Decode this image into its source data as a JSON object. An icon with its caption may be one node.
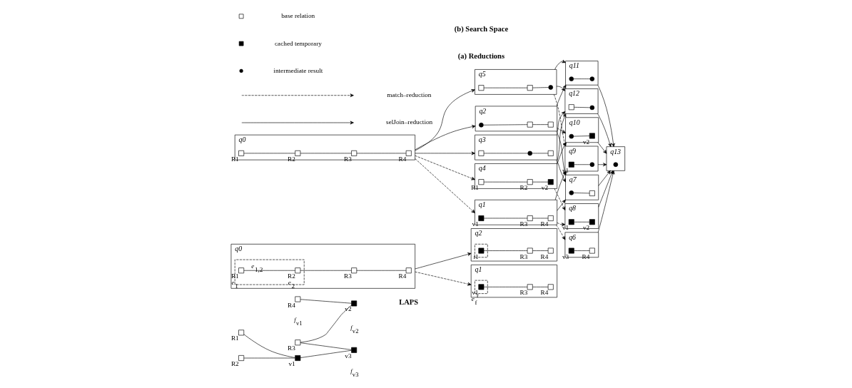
{
  "diagram": {
    "nodes": [
      {
        "text": [],
        "shape": "box",
        "beside": [
          "R1"
        ]
      },
      {
        "text": [],
        "shape": "box",
        "beside": [
          "R2"
        ]
      },
      {
        "text": [],
        "shape": "box",
        "beside": [
          "R3"
        ]
      },
      {
        "text": [],
        "shape": "box",
        "beside": [
          "R4"
        ]
      },
      {
        "text": [],
        "shape": "box",
        "beside": [
          "v1"
        ]
      },
      {
        "text": [],
        "shape": "box",
        "beside": [
          "v2"
        ]
      },
      {
        "text": [],
        "shape": "box",
        "beside": [
          "v3"
        ]
      },
      {
        "text": [
          "q0"
        ]
      },
      {
        "text": [],
        "shape": "box",
        "in": 7
      },
      {
        "text": [],
        "shape": "box",
        "in": 8,
        "beside": [
          "R1",
          "*e*$_{1}$"
        ]
      },
      {
        "text": [],
        "shape": "box",
        "in": 8,
        "beside": [
          "R2",
          "*e*$_{2}$"
        ]
      },
      {
        "text": [],
        "shape": "box",
        "in": 7,
        "beside": [
          "R3"
        ]
      },
      {
        "text": [],
        "shape": "box",
        "in": 7,
        "beside": [
          "R4"
        ]
      },
      {
        "text": [
          "q2"
        ]
      },
      {
        "text": [],
        "shape": "box",
        "in": 13
      },
      {
        "text": [],
        "shape": "box",
        "in": 14,
        "beside": [
          "i1"
        ]
      },
      {
        "text": [],
        "shape": "box",
        "in": 13,
        "beside": [
          "R3"
        ]
      },
      {
        "text": [],
        "shape": "box",
        "in": 13,
        "beside": [
          "R4"
        ]
      },
      {
        "text": [
          "q1"
        ]
      },
      {
        "text": [],
        "shape": "box",
        "in": 18
      },
      {
        "text": [],
        "shape": "box",
        "in": 19,
        "beside": [
          "v1",
          "*e*$_{f}$$^{r}$"
        ]
      },
      {
        "text": [],
        "shape": "box",
        "in": 18,
        "beside": [
          "R3"
        ]
      },
      {
        "text": [],
        "shape": "box",
        "in": 18,
        "beside": [
          "R4"
        ]
      },
      {
        "text": [
          "q0"
        ]
      },
      {
        "text": [],
        "shape": "box",
        "in": 23,
        "beside": [
          "R1"
        ]
      },
      {
        "text": [],
        "shape": "box",
        "in": 23,
        "beside": [
          "R2"
        ]
      },
      {
        "text": [],
        "shape": "box",
        "in": 23,
        "beside": [
          "R3"
        ]
      },
      {
        "text": [],
        "shape": "box",
        "in": 23,
        "beside": [
          "R4"
        ]
      },
      {
        "text": [
          "q5"
        ]
      },
      {
        "text": [],
        "shape": "box",
        "in": 28
      },
      {
        "text": [],
        "shape": "box",
        "in": 28
      },
      {
        "text": [],
        "shape": "circle",
        "in": 28
      },
      {
        "text": [
          "q4"
        ]
      },
      {
        "text": [],
        "shape": "box",
        "in": 32,
        "beside": [
          "R1"
        ]
      },
      {
        "text": [],
        "shape": "box",
        "in": 32,
        "beside": [
          "R2"
        ]
      },
      {
        "text": [],
        "shape": "box",
        "in": 32,
        "beside": [
          "v2"
        ]
      },
      {
        "text": [
          "q3"
        ]
      },
      {
        "text": [],
        "shape": "box",
        "in": 36
      },
      {
        "text": [],
        "shape": "circle",
        "in": 36
      },
      {
        "text": [],
        "shape": "box",
        "in": 36
      },
      {
        "text": [
          "q2"
        ]
      },
      {
        "text": [],
        "shape": "circle",
        "in": 40
      },
      {
        "text": [],
        "shape": "box",
        "in": 40
      },
      {
        "text": [],
        "shape": "box",
        "in": 40
      },
      {
        "text": [
          "q1"
        ]
      },
      {
        "text": [],
        "shape": "box",
        "in": 44,
        "beside": [
          "v1"
        ]
      },
      {
        "text": [],
        "shape": "box",
        "in": 44,
        "beside": [
          "R3"
        ]
      },
      {
        "text": [],
        "shape": "box",
        "in": 44,
        "beside": [
          "R4"
        ]
      },
      {
        "text": [
          "q12"
        ]
      },
      {
        "text": [],
        "shape": "box",
        "in": 48
      },
      {
        "text": [],
        "shape": "circle",
        "in": 48
      },
      {
        "text": [
          "q11"
        ]
      },
      {
        "text": [],
        "shape": "circle",
        "in": 51
      },
      {
        "text": [],
        "shape": "circle",
        "in": 51
      },
      {
        "text": [
          "q10"
        ]
      },
      {
        "text": [],
        "shape": "circle",
        "in": 54
      },
      {
        "text": [],
        "shape": "box",
        "in": 54,
        "beside": [
          "v2"
        ]
      },
      {
        "text": [
          "q9"
        ]
      },
      {
        "text": [],
        "shape": "box",
        "in": 57,
        "beside": [
          "v1"
        ]
      },
      {
        "text": [],
        "shape": "circle",
        "in": 57
      },
      {
        "text": [
          "q8"
        ]
      },
      {
        "text": [],
        "shape": "box",
        "in": 60,
        "beside": [
          "v1"
        ]
      },
      {
        "text": [],
        "shape": "box",
        "in": 60,
        "beside": [
          "v2"
        ]
      },
      {
        "text": [
          "q7"
        ]
      },
      {
        "text": [],
        "shape": "circle",
        "in": 63
      },
      {
        "text": [],
        "shape": "box",
        "in": 63
      },
      {
        "text": [
          "q6"
        ]
      },
      {
        "text": [],
        "shape": "box",
        "in": 66,
        "beside": [
          "v3"
        ]
      },
      {
        "text": [],
        "shape": "box",
        "in": 66,
        "beside": [
          "R4"
        ]
      },
      {
        "text": [
          "q13"
        ]
      },
      {
        "text": [],
        "shape": "circle",
        "in": 69
      }
    ],
    "edges": [
      {
        "from": 0,
        "to": 4,
        "arrow": "none"
      },
      {
        "from": 1,
        "to": 4,
        "arrow": "none"
      },
      {
        "from": 2,
        "to": 6,
        "arrow": "none"
      },
      {
        "from": 2,
        "to": 5,
        "arrow": "none"
      },
      {
        "from": 3,
        "to": 5,
        "arrow": "none"
      },
      {
        "from": 4,
        "to": 6,
        "arrow": "none"
      },
      {
        "from": 9,
        "to": 10,
        "arrow": "none",
        "label": "*e*$_{1,2}$"
      },
      {
        "from": 10,
        "to": 11,
        "arrow": "none"
      },
      {
        "from": 11,
        "to": 12,
        "arrow": "none"
      },
      {
        "from": 15,
        "to": 16,
        "arrow": "none"
      },
      {
        "from": 16,
        "to": 17,
        "arrow": "none"
      },
      {
        "from": 20,
        "to": 21,
        "arrow": "none"
      },
      {
        "from": 21,
        "to": 22,
        "arrow": "none"
      },
      {
        "from": 7,
        "to": 13,
        "arrow": "to"
      },
      {
        "from": 7,
        "to": 18,
        "arrow": "to",
        "style": "dashed"
      },
      {
        "from": 24,
        "to": 25,
        "arrow": "none"
      },
      {
        "from": 25,
        "to": 26,
        "arrow": "none"
      },
      {
        "from": 26,
        "to": 27,
        "arrow": "none"
      },
      {
        "from": 29,
        "to": 30,
        "arrow": "none"
      },
      {
        "from": 30,
        "to": 31,
        "arrow": "none"
      },
      {
        "from": 33,
        "to": 34,
        "arrow": "none"
      },
      {
        "from": 34,
        "to": 35,
        "arrow": "none"
      },
      {
        "from": 37,
        "to": 38,
        "arrow": "none"
      },
      {
        "from": 38,
        "to": 39,
        "arrow": "none"
      },
      {
        "from": 41,
        "to": 42,
        "arrow": "none"
      },
      {
        "from": 42,
        "to": 43,
        "arrow": "none"
      },
      {
        "from": 45,
        "to": 46,
        "arrow": "none"
      },
      {
        "from": 46,
        "to": 47,
        "arrow": "none"
      },
      {
        "from": 49,
        "to": 50,
        "arrow": "none"
      },
      {
        "from": 52,
        "to": 53,
        "arrow": "none"
      },
      {
        "from": 55,
        "to": 56,
        "arrow": "none"
      },
      {
        "from": 58,
        "to": 59,
        "arrow": "none"
      },
      {
        "from": 61,
        "to": 62,
        "arrow": "none"
      },
      {
        "from": 64,
        "to": 65,
        "arrow": "none"
      },
      {
        "from": 67,
        "to": 68,
        "arrow": "none"
      },
      {
        "from": 23,
        "to": 28,
        "arrow": "to"
      },
      {
        "from": 23,
        "to": 32,
        "arrow": "to",
        "style": "dashed"
      },
      {
        "from": 23,
        "to": 36,
        "arrow": "to"
      },
      {
        "from": 23,
        "to": 40,
        "arrow": "to"
      },
      {
        "from": 23,
        "to": 44,
        "arrow": "to",
        "style": "dashed"
      },
      {
        "from": 28,
        "to": 48,
        "arrow": "to"
      },
      {
        "from": 28,
        "to": 51,
        "arrow": "to"
      },
      {
        "from": 28,
        "to": 57,
        "arrow": "to",
        "style": "dashed"
      },
      {
        "from": 32,
        "to": 48,
        "arrow": "to"
      },
      {
        "from": 32,
        "to": 54,
        "arrow": "to"
      },
      {
        "from": 32,
        "to": 60,
        "arrow": "to",
        "style": "dashed"
      },
      {
        "from": 36,
        "to": 48,
        "arrow": "to"
      },
      {
        "from": 36,
        "to": 63,
        "arrow": "to"
      },
      {
        "from": 40,
        "to": 51,
        "arrow": "to"
      },
      {
        "from": 40,
        "to": 63,
        "arrow": "to"
      },
      {
        "from": 40,
        "to": 54,
        "arrow": "to",
        "style": "dashed"
      },
      {
        "from": 44,
        "to": 57,
        "arrow": "to"
      },
      {
        "from": 44,
        "to": 60,
        "arrow": "to",
        "style": "dashed"
      },
      {
        "from": 44,
        "to": 63,
        "arrow": "to"
      },
      {
        "from": 44,
        "to": 66,
        "arrow": "to",
        "style": "dashed"
      },
      {
        "from": 48,
        "to": 69,
        "arrow": "to"
      },
      {
        "from": 51,
        "to": 69,
        "arrow": "to"
      },
      {
        "from": 54,
        "to": 69,
        "arrow": "to"
      },
      {
        "from": 57,
        "to": 69,
        "arrow": "to"
      },
      {
        "from": 60,
        "to": 69,
        "arrow": "to"
      },
      {
        "from": 63,
        "to": 69,
        "arrow": "to"
      },
      {
        "from": 66,
        "to": 69,
        "arrow": "to"
      }
    ],
    "labels": [
      "*f*$_{v1}$",
      "*f*$_{v2}$",
      "LAPS",
      "*f*$_{v3}$",
      "(a) Reductions",
      "(b) Search Space"
    ],
    "legend": [
      {
        "text": "base relation"
      },
      {
        "text": "cached temporary"
      },
      {
        "text": "intermediate result"
      },
      {
        "text": "match–reduction"
      },
      {
        "text": "selJoin–reduction"
      }
    ]
  }
}
